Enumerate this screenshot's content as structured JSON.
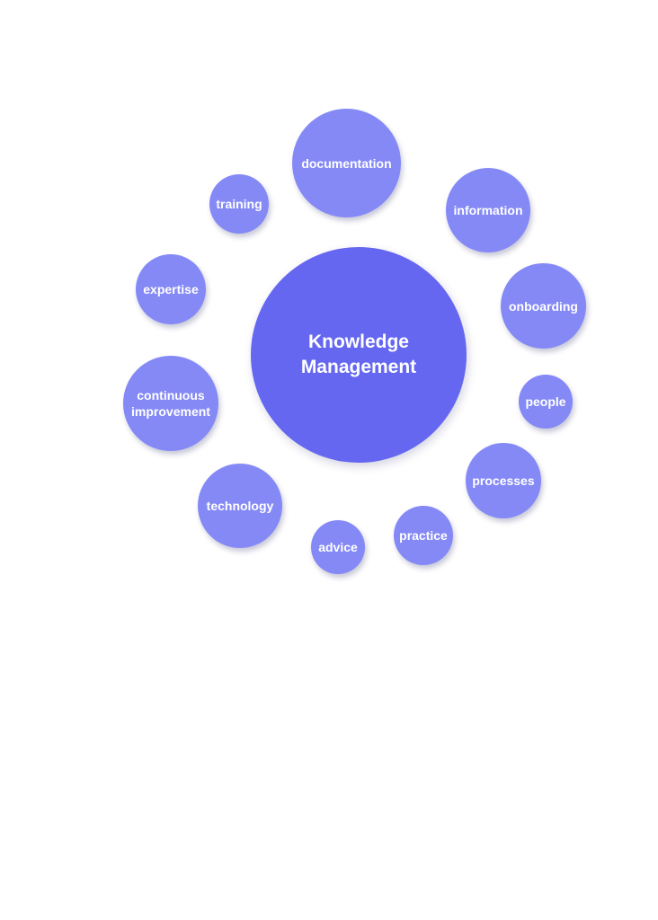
{
  "diagram": {
    "center_label": "Knowledge Management",
    "center_line_1": "Knowledge",
    "center_line_2": "Management",
    "nodes": [
      {
        "label": "documentation"
      },
      {
        "label": "information"
      },
      {
        "label": "onboarding"
      },
      {
        "label": "people"
      },
      {
        "label": "processes"
      },
      {
        "label": "practice"
      },
      {
        "label": "advice"
      },
      {
        "label": "technology"
      },
      {
        "label": "continuous improvement",
        "line_1": "continuous",
        "line_2": "improvement"
      },
      {
        "label": "expertise"
      },
      {
        "label": "training"
      }
    ],
    "colors": {
      "center_fill": "#6567f0",
      "node_fill": "#8489f6",
      "ring": "#c4c7fa",
      "text": "#ffffff"
    }
  }
}
